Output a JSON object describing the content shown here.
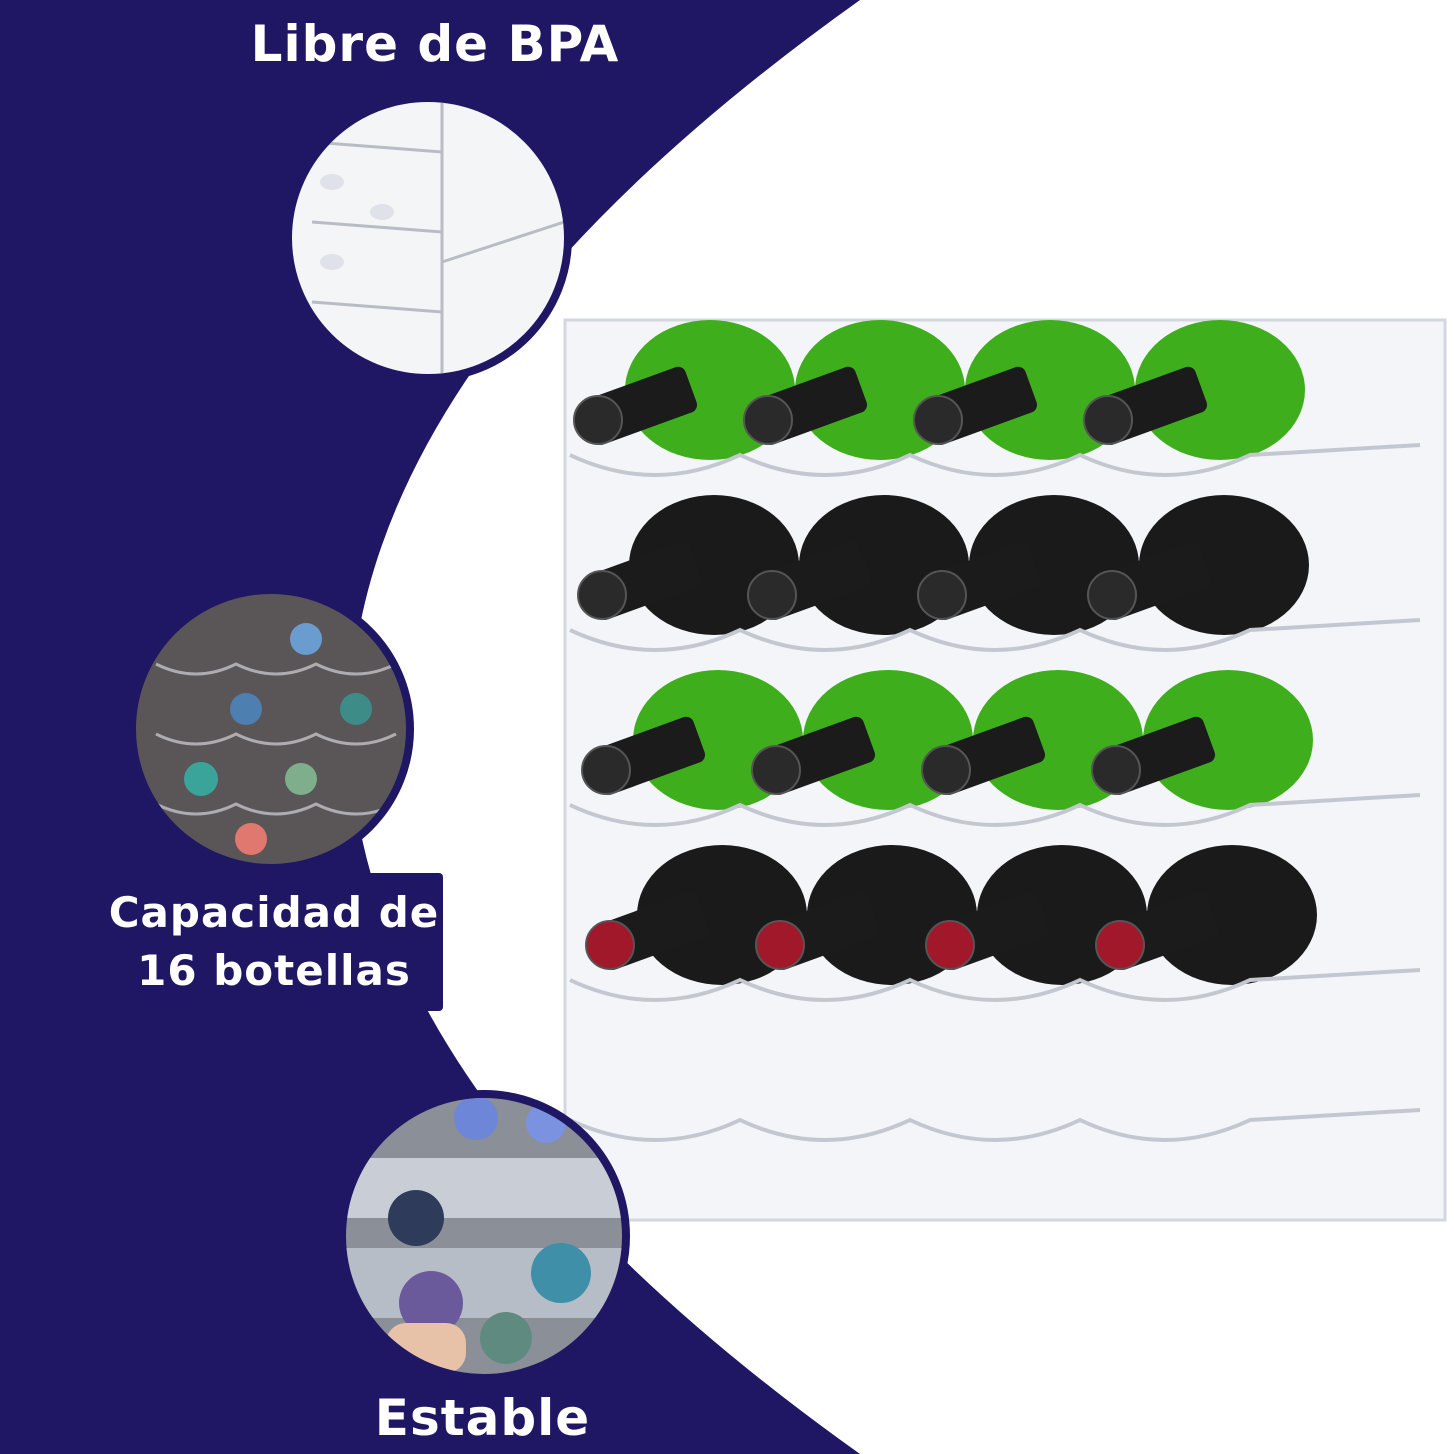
{
  "features": [
    {
      "label": "Libre de BPA"
    },
    {
      "label_line1": "Capacidad de",
      "label_line2": "16 botellas"
    },
    {
      "label": "Estable"
    }
  ],
  "colors": {
    "background": "#1f1763",
    "panel": "#ffffff",
    "green_bottle": "#3fae1c",
    "dark_bottle": "#1a1a1a",
    "red_cap": "#a0182a"
  },
  "product": {
    "rows": 4,
    "bottles_per_row": 4
  }
}
